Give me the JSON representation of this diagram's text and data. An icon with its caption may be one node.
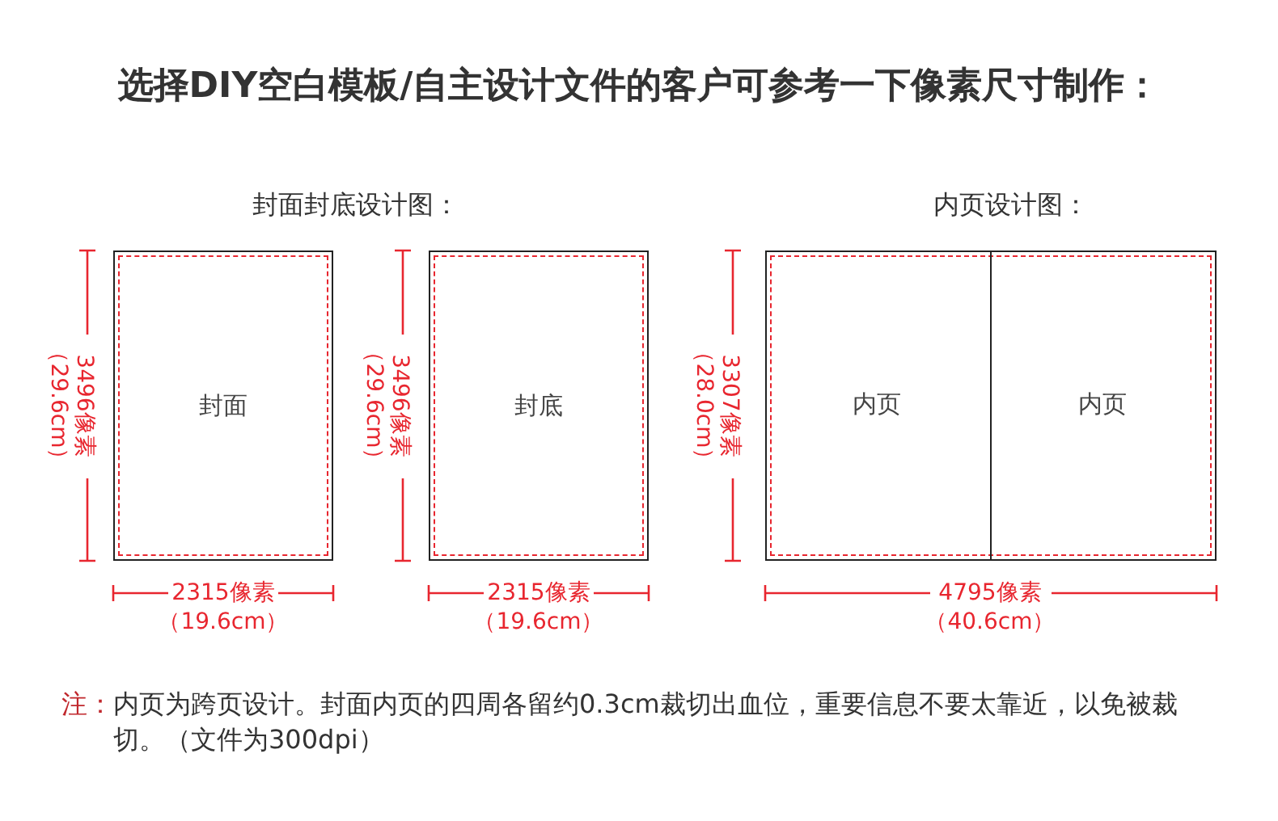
{
  "diagram": {
    "title": "选择DIY空白模板/自主设计文件的客户可参考一下像素尺寸制作：",
    "nodes": [
      {
        "text": [
          "封面"
        ]
      },
      {
        "text": [
          "封底"
        ]
      },
      {
        "text": [],
        "shape": "box"
      },
      {
        "text": [
          "内页"
        ],
        "in": 2
      },
      {
        "text": [
          "内页"
        ],
        "in": 2
      }
    ],
    "labels": [
      "封面封底设计图：",
      "内页设计图：",
      "3496像素",
      "（29.6cm）",
      "3496像素",
      "（29.6cm）",
      "3307像素",
      "（28.0cm）",
      "2315像素",
      "（19.6cm）",
      "2315像素",
      "（19.6cm）",
      "4795像素",
      "（40.6cm）",
      "注：",
      "内页为跨页设计。封面内页的四周各留约0.3cm裁切出血位，重要信息不要太靠近，以免被裁切。（文件为300dpi）"
    ]
  }
}
